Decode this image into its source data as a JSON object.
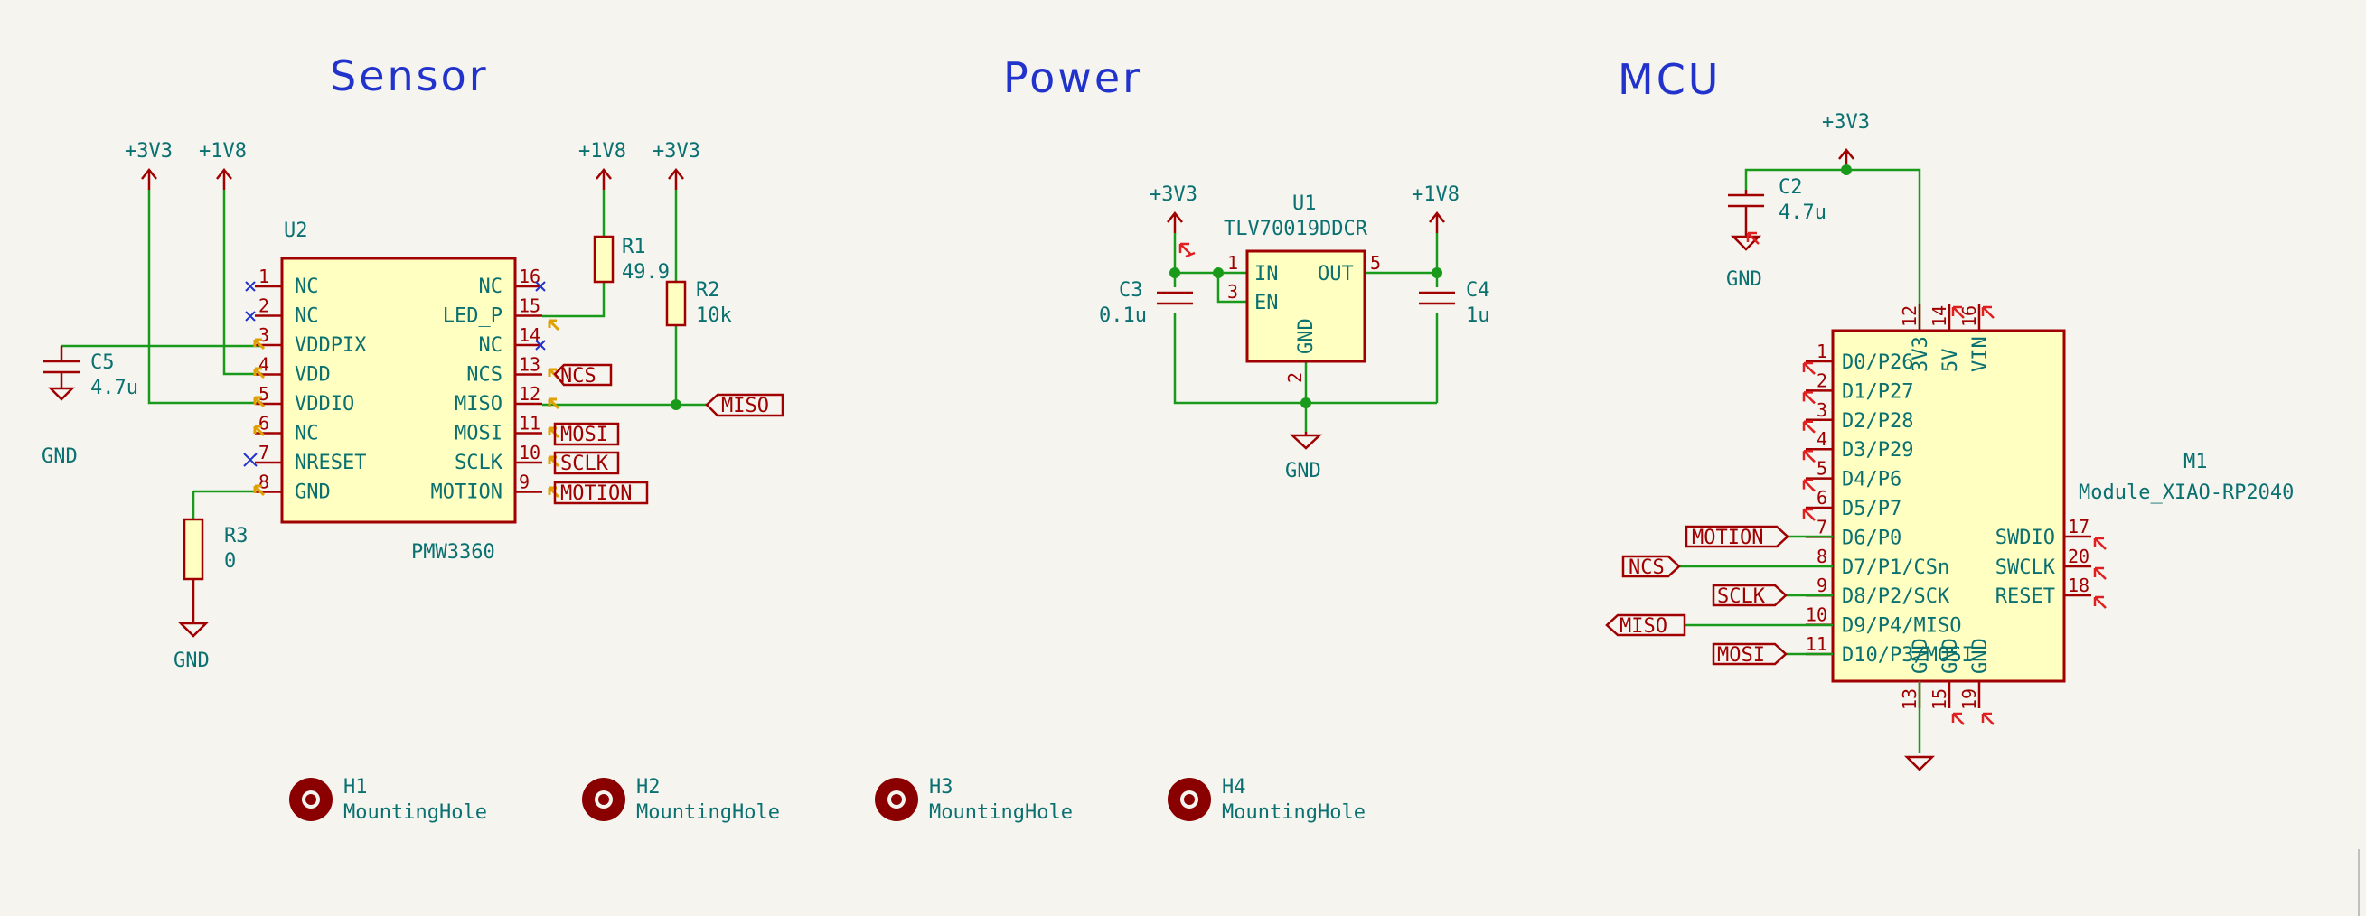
{
  "sections": {
    "sensor": "Sensor",
    "power": "Power",
    "mcu": "MCU"
  },
  "power_labels": {
    "v33": "+3V3",
    "v18": "+1V8",
    "gnd": "GND"
  },
  "u2": {
    "ref": "U2",
    "value": "PMW3360",
    "left_pins": [
      {
        "num": "1",
        "name": "NC"
      },
      {
        "num": "2",
        "name": "NC"
      },
      {
        "num": "3",
        "name": "VDDPIX"
      },
      {
        "num": "4",
        "name": "VDD"
      },
      {
        "num": "5",
        "name": "VDDIO"
      },
      {
        "num": "6",
        "name": "NC"
      },
      {
        "num": "7",
        "name": "NRESET"
      },
      {
        "num": "8",
        "name": "GND"
      }
    ],
    "right_pins": [
      {
        "num": "16",
        "name": "NC"
      },
      {
        "num": "15",
        "name": "LED_P"
      },
      {
        "num": "14",
        "name": "NC"
      },
      {
        "num": "13",
        "name": "NCS"
      },
      {
        "num": "12",
        "name": "MISO"
      },
      {
        "num": "11",
        "name": "MOSI"
      },
      {
        "num": "10",
        "name": "SCLK"
      },
      {
        "num": "9",
        "name": "MOTION"
      }
    ]
  },
  "r1": {
    "ref": "R1",
    "value": "49.9"
  },
  "r2": {
    "ref": "R2",
    "value": "10k"
  },
  "r3": {
    "ref": "R3",
    "value": "0"
  },
  "c5": {
    "ref": "C5",
    "value": "4.7u"
  },
  "c3": {
    "ref": "C3",
    "value": "0.1u"
  },
  "c4": {
    "ref": "C4",
    "value": "1u"
  },
  "c2": {
    "ref": "C2",
    "value": "4.7u"
  },
  "u1": {
    "ref": "U1",
    "value": "TLV70019DDCR",
    "pins": {
      "in": "IN",
      "en": "EN",
      "out": "OUT",
      "gnd": "GND",
      "n1": "1",
      "n3": "3",
      "n5": "5",
      "n2": "2"
    }
  },
  "m1": {
    "ref": "M1",
    "value": "Module_XIAO-RP2040",
    "left_pins": [
      {
        "num": "1",
        "name": "D0/P26"
      },
      {
        "num": "2",
        "name": "D1/P27"
      },
      {
        "num": "3",
        "name": "D2/P28"
      },
      {
        "num": "4",
        "name": "D3/P29"
      },
      {
        "num": "5",
        "name": "D4/P6"
      },
      {
        "num": "6",
        "name": "D5/P7"
      },
      {
        "num": "7",
        "name": "D6/P0"
      },
      {
        "num": "8",
        "name": "D7/P1/CSn"
      },
      {
        "num": "9",
        "name": "D8/P2/SCK"
      },
      {
        "num": "10",
        "name": "D9/P4/MISO"
      },
      {
        "num": "11",
        "name": "D10/P3/MOSI"
      }
    ],
    "right_pins": [
      {
        "num": "17",
        "name": "SWDIO"
      },
      {
        "num": "20",
        "name": "SWCLK"
      },
      {
        "num": "18",
        "name": "RESET"
      }
    ],
    "top_pins": [
      {
        "num": "12",
        "name": "3V3"
      },
      {
        "num": "14",
        "name": "5V"
      },
      {
        "num": "16",
        "name": "VIN"
      }
    ],
    "bottom_pins": [
      {
        "num": "13",
        "name": "GND"
      },
      {
        "num": "15",
        "name": "GND"
      },
      {
        "num": "19",
        "name": "GND"
      }
    ]
  },
  "net_labels": {
    "ncs": "NCS",
    "miso": "MISO",
    "mosi": "MOSI",
    "sclk": "SCLK",
    "motion": "MOTION"
  },
  "holes": [
    {
      "ref": "H1",
      "value": "MountingHole"
    },
    {
      "ref": "H2",
      "value": "MountingHole"
    },
    {
      "ref": "H3",
      "value": "MountingHole"
    },
    {
      "ref": "H4",
      "value": "MountingHole"
    }
  ]
}
